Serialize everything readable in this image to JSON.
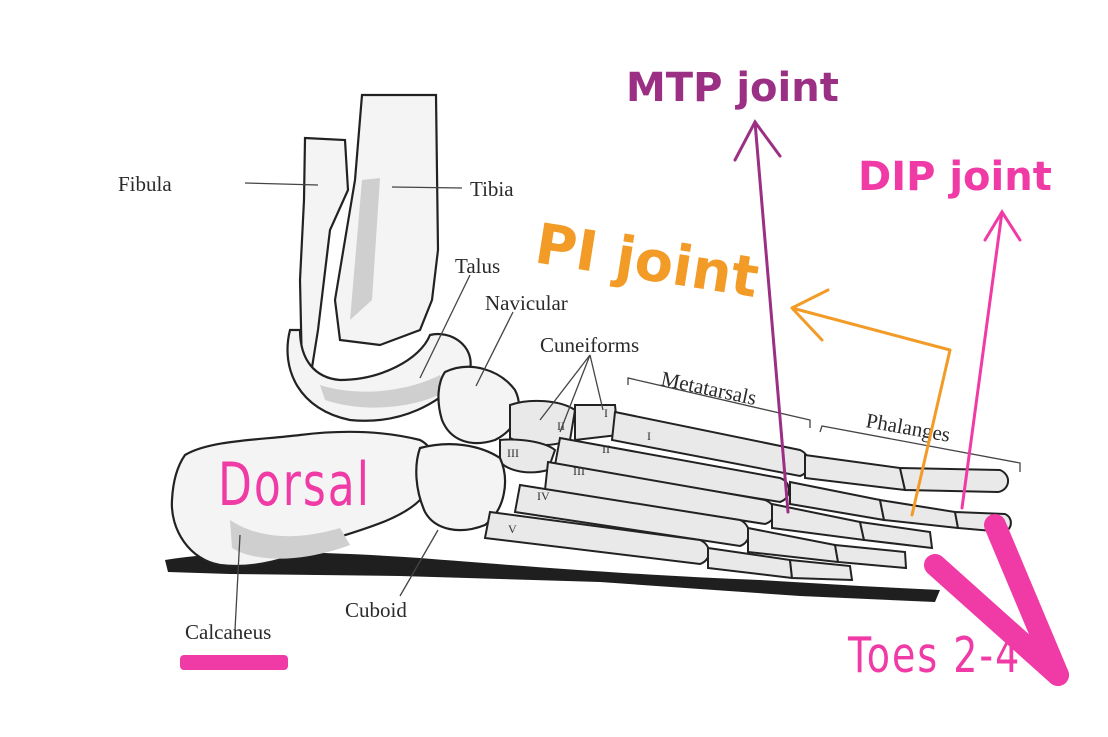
{
  "labels": {
    "fibula": "Fibula",
    "tibia": "Tibia",
    "talus": "Talus",
    "navicular": "Navicular",
    "cuneiforms": "Cuneiforms",
    "metatarsals": "Metatarsals",
    "phalanges": "Phalanges",
    "cuboid": "Cuboid",
    "calcaneus": "Calcaneus"
  },
  "roman_numerals": {
    "cun_1": "I",
    "cun_2": "II",
    "cun_3": "III",
    "met_1": "I",
    "met_2": "II",
    "met_3": "III",
    "met_4": "IV",
    "met_5": "V"
  },
  "annotations": {
    "mtp": "MTP joint",
    "dip": "DIP joint",
    "pi": "PI joint",
    "dorsal": "Dorsal",
    "toes": "Toes 2-4"
  },
  "colors": {
    "mtp": "#9b2f84",
    "dip": "#f03aa6",
    "pi": "#f29b26",
    "toes_marker": "#f03aa6",
    "calcaneus_underline": "#f03aa6"
  }
}
